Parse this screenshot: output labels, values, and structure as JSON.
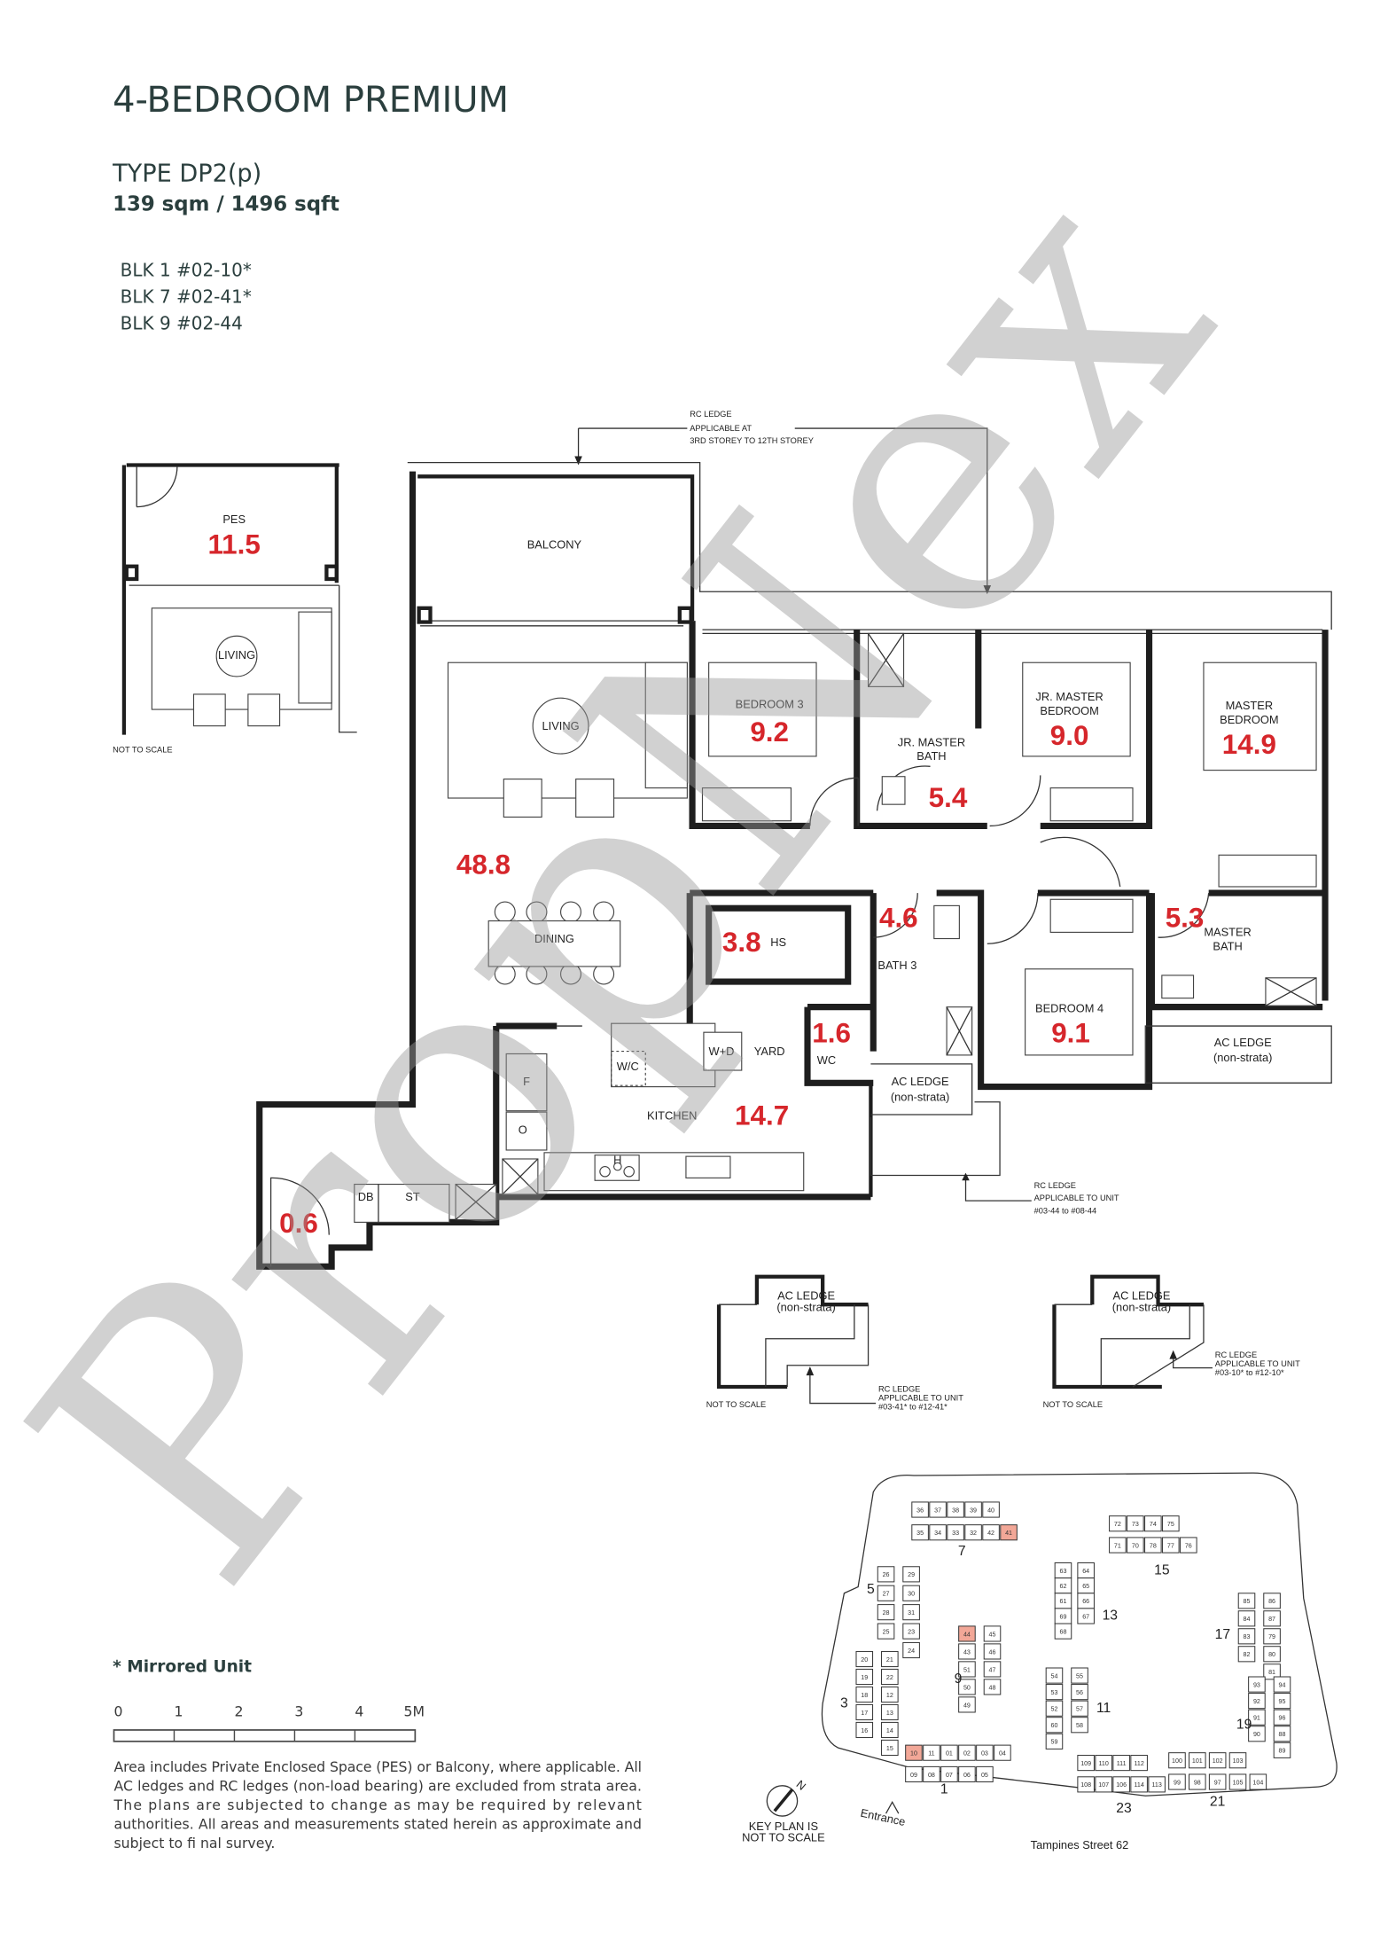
{
  "header": {
    "title": "4-BEDROOM PREMIUM",
    "type": "TYPE DP2(p)",
    "area": "139 sqm / 1496 sqft",
    "units": [
      "BLK 1 #02-10*",
      "BLK 7 #02-41*",
      "BLK 9 #02-44"
    ]
  },
  "pes_inset": {
    "pes": "PES",
    "pes_area": "11.5",
    "living": "LIVING",
    "not_to_scale": "NOT TO SCALE"
  },
  "plan": {
    "rc_ledge_top": [
      "RC LEDGE",
      "APPLICABLE AT",
      "3RD STOREY TO 12TH STOREY"
    ],
    "rc_ledge_unit": [
      "RC LEDGE",
      "APPLICABLE TO UNIT",
      "#03-44 to #08-44"
    ],
    "labels": {
      "balcony": "BALCONY",
      "living": "LIVING",
      "dining": "DINING",
      "bedroom3": "BEDROOM 3",
      "jr_master_bath": [
        "JR. MASTER",
        "BATH"
      ],
      "jr_master_bedroom": [
        "JR. MASTER",
        "BEDROOM"
      ],
      "master_bedroom": [
        "MASTER",
        "BEDROOM"
      ],
      "hs": "HS",
      "bath3": "BATH 3",
      "master_bath": [
        "MASTER",
        "BATH"
      ],
      "bedroom4": "BEDROOM 4",
      "wd": "W+D",
      "yard": "YARD",
      "wc_cabinet": "W/C",
      "wc": "WC",
      "kitchen": "KITCHEN",
      "fridge": "F",
      "oven": "O",
      "hob": "H",
      "db": "DB",
      "st": "ST",
      "ac_ledge": "AC LEDGE",
      "non_strata": "(non-strata)"
    },
    "areas": {
      "living_dining": "48.8",
      "bedroom3": "9.2",
      "jr_master_bath": "5.4",
      "jr_master_bedroom": "9.0",
      "master_bedroom": "14.9",
      "hs": "3.8",
      "bath3": "4.6",
      "master_bath": "5.3",
      "wc": "1.6",
      "kitchen": "14.7",
      "bedroom4": "9.1",
      "balcony_corner": "0.6"
    }
  },
  "insets": [
    {
      "ac_ledge": "AC LEDGE",
      "non_strata": "(non-strata)",
      "rc": [
        "RC LEDGE",
        "APPLICABLE TO UNIT",
        "#03-41* to #12-41*"
      ],
      "not_to_scale": "NOT TO SCALE"
    },
    {
      "ac_ledge": "AC LEDGE",
      "non_strata": "(non-strata)",
      "rc": [
        "RC LEDGE",
        "APPLICABLE TO UNIT",
        "#03-10* to #12-10*"
      ],
      "not_to_scale": "NOT TO SCALE"
    }
  ],
  "notes": {
    "mirrored": "* Mirrored Unit",
    "scale_labels": [
      "0",
      "1",
      "2",
      "3",
      "4",
      "5M"
    ],
    "disclaimer_lines": [
      "Area includes Private Enclosed Space (PES) or Balcony, where applicable. All",
      "AC ledges and RC ledges (non-load bearing) are excluded from strata area.",
      "The plans are subjected to change as may be required by relevant",
      "authorities. All areas and measurements stated herein as approximate and",
      "subject to fi nal survey."
    ]
  },
  "key_plan": {
    "compass": "N",
    "note": [
      "KEY PLAN IS",
      "NOT TO SCALE"
    ],
    "entrance": "Entrance",
    "street": "Tampines Street 62",
    "highlight_color": "#f2a797",
    "highlighted_units": [
      "10",
      "41",
      "44"
    ],
    "blocks": [
      {
        "block": "7",
        "groups": [
          [
            "36",
            "37",
            "38",
            "39",
            "40"
          ],
          [
            "35",
            "34",
            "33",
            "32",
            "42",
            "41"
          ]
        ]
      },
      {
        "block": "5",
        "groups": [
          [
            "26",
            "27",
            "28",
            "25"
          ],
          [
            "29",
            "30",
            "31",
            "23",
            "24"
          ]
        ]
      },
      {
        "block": "3",
        "groups": [
          [
            "20",
            "19",
            "18",
            "17",
            "16"
          ],
          [
            "21",
            "22",
            "12",
            "13",
            "14",
            "15"
          ]
        ]
      },
      {
        "block": "1",
        "groups": [
          [
            "10",
            "11",
            "01",
            "02",
            "03",
            "04"
          ],
          [
            "09",
            "08",
            "07",
            "06",
            "05"
          ]
        ]
      },
      {
        "block": "9",
        "groups": [
          [
            "44",
            "43",
            "51",
            "50",
            "49"
          ],
          [
            "45",
            "46",
            "47",
            "48"
          ]
        ]
      },
      {
        "block": "11",
        "groups": [
          [
            "54",
            "53",
            "52",
            "60",
            "59"
          ],
          [
            "55",
            "56",
            "57",
            "58"
          ]
        ]
      },
      {
        "block": "13",
        "groups": [
          [
            "63",
            "62",
            "61",
            "69",
            "68"
          ],
          [
            "64",
            "65",
            "66",
            "67"
          ]
        ]
      },
      {
        "block": "15",
        "groups": [
          [
            "72",
            "73",
            "74",
            "75"
          ],
          [
            "71",
            "70",
            "78",
            "77",
            "76"
          ]
        ]
      },
      {
        "block": "17",
        "groups": [
          [
            "85",
            "84",
            "83",
            "82"
          ],
          [
            "86",
            "87",
            "79",
            "80",
            "81"
          ]
        ]
      },
      {
        "block": "19",
        "groups": [
          [
            "93",
            "92",
            "91",
            "90"
          ],
          [
            "94",
            "95",
            "96",
            "88",
            "89"
          ]
        ]
      },
      {
        "block": "21",
        "groups": [
          [
            "100",
            "101",
            "102",
            "103"
          ],
          [
            "99",
            "98",
            "97",
            "105",
            "104"
          ]
        ]
      },
      {
        "block": "23",
        "groups": [
          [
            "109",
            "110",
            "111",
            "112"
          ],
          [
            "108",
            "107",
            "106",
            "114",
            "113"
          ]
        ]
      }
    ]
  },
  "watermark": "PropNex"
}
